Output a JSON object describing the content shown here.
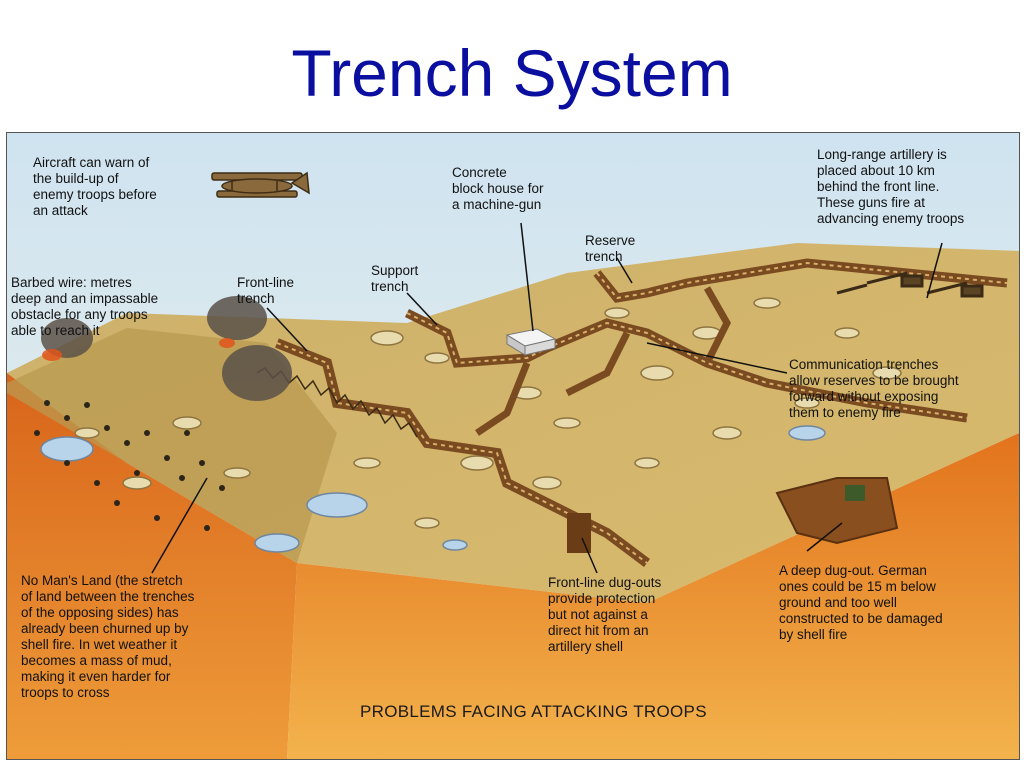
{
  "slide": {
    "title": "Trench System"
  },
  "diagram": {
    "footer_title": "PROBLEMS FACING ATTACKING TROOPS",
    "labels": {
      "aircraft": "Aircraft can warn of\nthe build-up of\nenemy troops before\nan attack",
      "blockhouse": "Concrete\nblock house for\na machine-gun",
      "artillery": "Long-range artillery is\nplaced about 10 km\nbehind the front line.\nThese guns fire at\nadvancing enemy troops",
      "reserve_trench": "Reserve\ntrench",
      "support_trench": "Support\ntrench",
      "front_line_trench": "Front-line\ntrench",
      "barbed_wire": "Barbed wire: metres\ndeep and an impassable\nobstacle for any troops\nable to reach it",
      "communication_trenches": "Communication trenches\nallow reserves to be brought\nforward without exposing\nthem to enemy fire",
      "no_mans_land": "No Man's Land (the stretch\nof land between the trenches\nof the opposing sides) has\nalready been churned up by\nshell fire. In wet weather it\nbecomes a mass of mud,\nmaking it even harder for\ntroops to cross",
      "dugouts": "Front-line dug-outs\nprovide protection\nbut not against a\ndirect hit from an\nartillery shell",
      "deep_dugout": "A deep dug-out. German\nones could be 15 m below\nground and too well\nconstructed to be damaged\nby shell fire"
    }
  },
  "colors": {
    "title_blue": "#0b0fa0",
    "sky": "#dceaf3",
    "ground_top": "#c9a55a",
    "earth_front": "#e98a2e",
    "earth_side": "#d96f1e",
    "trench_wood": "#8a5a2b",
    "water": "#b8d4ea"
  }
}
